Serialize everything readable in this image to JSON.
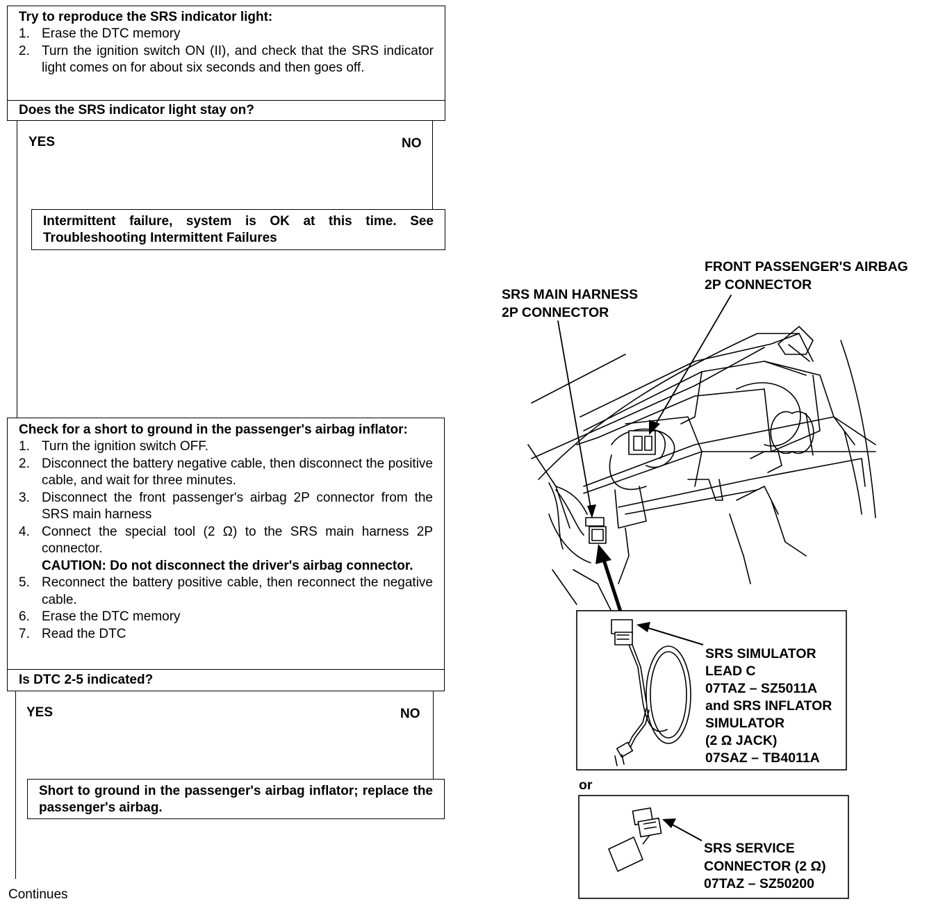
{
  "flow1": {
    "title": "Try to reproduce the SRS indicator light:",
    "steps": [
      {
        "num": "1.",
        "text": "Erase the DTC memory"
      },
      {
        "num": "2.",
        "text": "Turn the ignition switch ON (II), and check that the SRS indicator light comes on for about six seconds and then goes off."
      }
    ],
    "question": "Does the SRS indicator light stay on?",
    "yes": "YES",
    "no": "NO",
    "result": "Intermittent failure, system is OK at this time. See Troubleshooting Intermittent Failures"
  },
  "flow2": {
    "title": "Check for a short to ground in the passenger's airbag inflator:",
    "steps": [
      {
        "num": "1.",
        "text": "Turn the ignition switch OFF."
      },
      {
        "num": "2.",
        "text": "Disconnect the battery negative cable, then disconnect the positive cable, and wait for three minutes."
      },
      {
        "num": "3.",
        "text": "Disconnect the front passenger's airbag 2P connector from the SRS main harness"
      },
      {
        "num": "4.",
        "text": "Connect the special tool (2 Ω) to the SRS main harness 2P connector.",
        "caution": "CAUTION:  Do not disconnect the driver's airbag connector."
      },
      {
        "num": "5.",
        "text": "Reconnect the battery positive cable, then reconnect the negative cable."
      },
      {
        "num": "6.",
        "text": "Erase the DTC memory"
      },
      {
        "num": "7.",
        "text": "Read the DTC"
      }
    ],
    "question": "Is DTC 2-5 indicated?",
    "yes": "YES",
    "no": "NO",
    "result": "Short to ground in the passenger's airbag inflator; replace the passenger's airbag."
  },
  "continues": "Continues",
  "diagram": {
    "label_front_passenger": [
      "FRONT PASSENGER'S AIRBAG",
      "2P CONNECTOR"
    ],
    "label_main_harness": [
      "SRS MAIN HARNESS",
      "2P CONNECTOR"
    ],
    "simulator_label": [
      "SRS SIMULATOR",
      "LEAD C",
      "07TAZ – SZ5011A",
      "and SRS INFLATOR",
      "SIMULATOR",
      "(2 Ω JACK)",
      "07SAZ – TB4011A"
    ],
    "or": "or",
    "service_label": [
      "SRS SERVICE",
      "CONNECTOR (2 Ω)",
      "07TAZ – SZ50200"
    ]
  }
}
